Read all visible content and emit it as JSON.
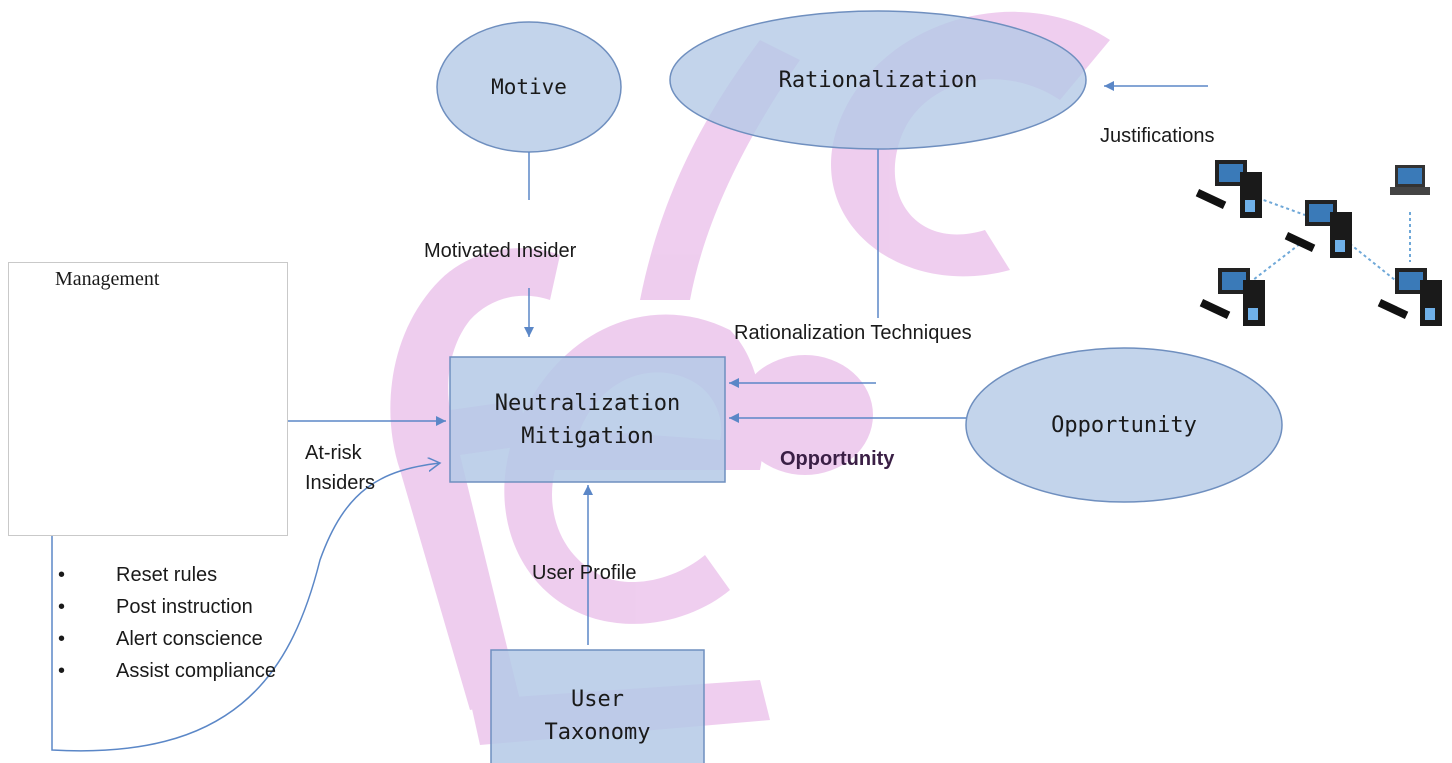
{
  "nodes": {
    "motive": "Motive",
    "rationalization": "Rationalization",
    "neutralization_line1": "Neutralization",
    "neutralization_line2": "Mitigation",
    "opportunity": "Opportunity",
    "user_taxonomy_line1": "User",
    "user_taxonomy_line2": "Taxonomy"
  },
  "labels": {
    "justifications": "Justifications",
    "motivated_insider": "Motivated Insider",
    "rationalization_techniques": "Rationalization Techniques",
    "opportunity_bold": "Opportunity",
    "at_risk_line1": "At-risk",
    "at_risk_line2": "Insiders",
    "user_profile": "User Profile"
  },
  "management": {
    "title": "Management",
    "bullets": [
      "Reset rules",
      "Post instruction",
      "Alert conscience",
      "Assist compliance"
    ]
  },
  "icons": {
    "meeting": "people-round-table-puzzle-icon",
    "network": "computer-network-icon"
  },
  "colors": {
    "node_fill": "#b4c9e6",
    "node_stroke": "#6f8fbf",
    "arrow": "#5b87c7",
    "watermark": "#d98ad9"
  }
}
